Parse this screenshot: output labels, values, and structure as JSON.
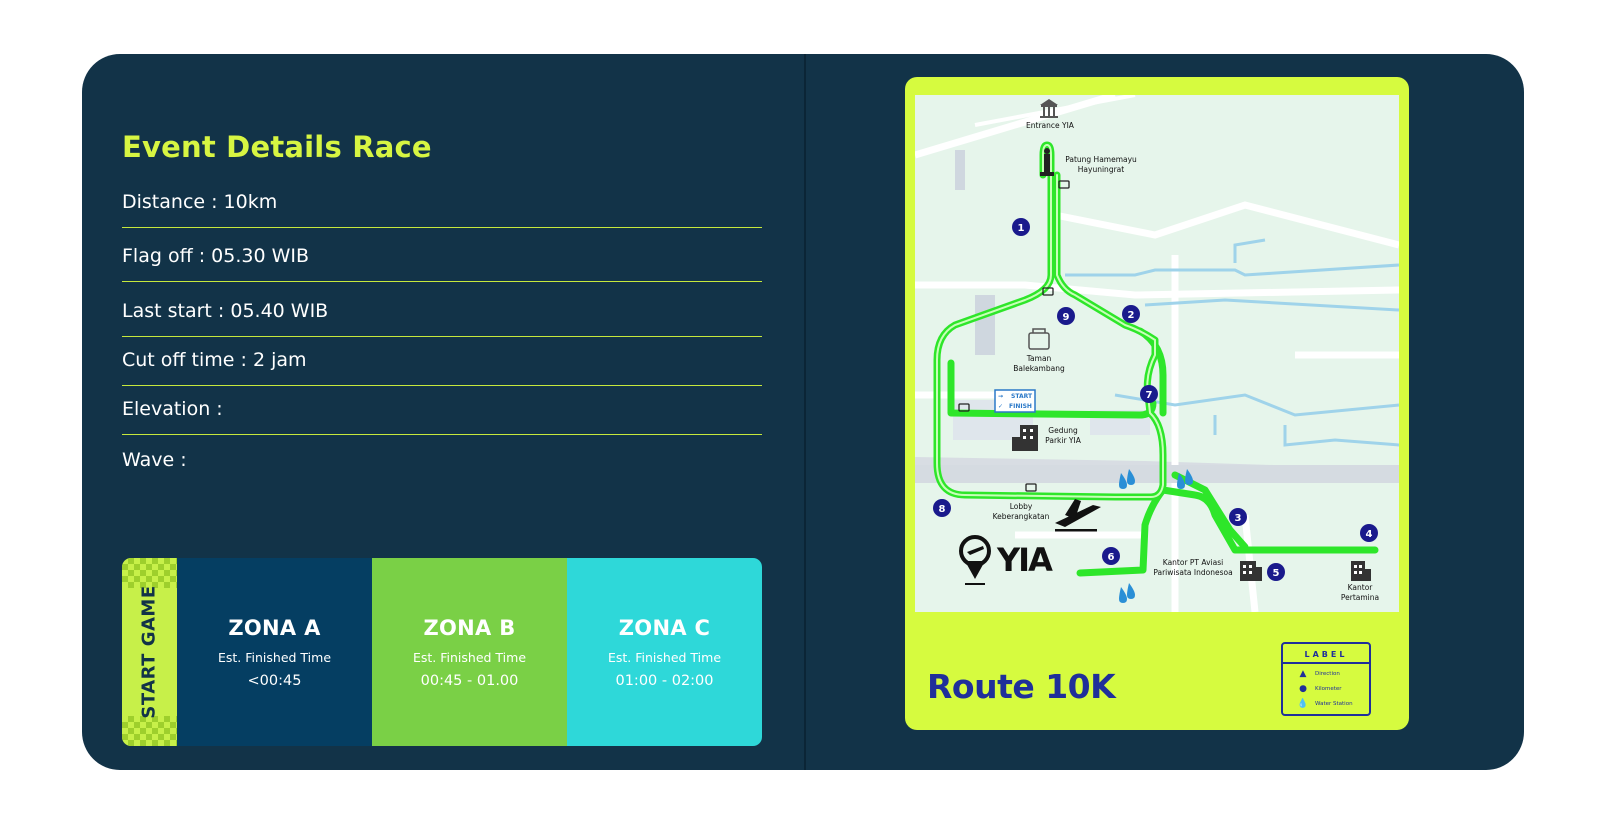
{
  "event": {
    "title": "Event Details Race",
    "rows": [
      {
        "label": "Distance : 10km"
      },
      {
        "label": "Flag off : 05.30 WIB"
      },
      {
        "label": "Last start : 05.40 WIB"
      },
      {
        "label": "Cut off time : 2 jam"
      },
      {
        "label": "Elevation :"
      },
      {
        "label": "Wave :"
      }
    ]
  },
  "zones": {
    "start_label": "START GAME",
    "items": [
      {
        "name": "ZONA A",
        "sub": "Est. Finished Time",
        "time": "<00:45",
        "color": "#053e62"
      },
      {
        "name": "ZONA B",
        "sub": "Est. Finished Time",
        "time": "00:45 - 01.00",
        "color": "#7ad046"
      },
      {
        "name": "ZONA C",
        "sub": "Est. Finished Time",
        "time": "01:00 - 02:00",
        "color": "#2ed8d9"
      }
    ]
  },
  "route": {
    "title": "Route 10K",
    "logo_text": "YIA",
    "start_sign": "START",
    "finish_sign": "FINISH",
    "landmarks": {
      "entrance": "Entrance YIA",
      "patung_1": "Patung Hamemayu",
      "patung_2": "Hayuningrat",
      "taman_1": "Taman",
      "taman_2": "Balekambang",
      "gedung_1": "Gedung",
      "gedung_2": "Parkir YIA",
      "lobby_1": "Lobby",
      "lobby_2": "Keberangkatan",
      "kantor_1": "Kantor PT Aviasi",
      "kantor_2": "Pariwisata Indonesoa",
      "pertamina_1": "Kantor",
      "pertamina_2": "Pertamina"
    },
    "km_markers": [
      "1",
      "2",
      "3",
      "4",
      "5",
      "6",
      "7",
      "8",
      "9"
    ],
    "route_color": "#3ee83a",
    "marker_color": "#1a1a8c"
  },
  "legend": {
    "title": "LABEL",
    "items": [
      {
        "icon": "direction-icon",
        "label": "Direction"
      },
      {
        "icon": "kilometer-icon",
        "label": "Kilometer"
      },
      {
        "icon": "water-station-icon",
        "label": "Water Station"
      }
    ]
  }
}
